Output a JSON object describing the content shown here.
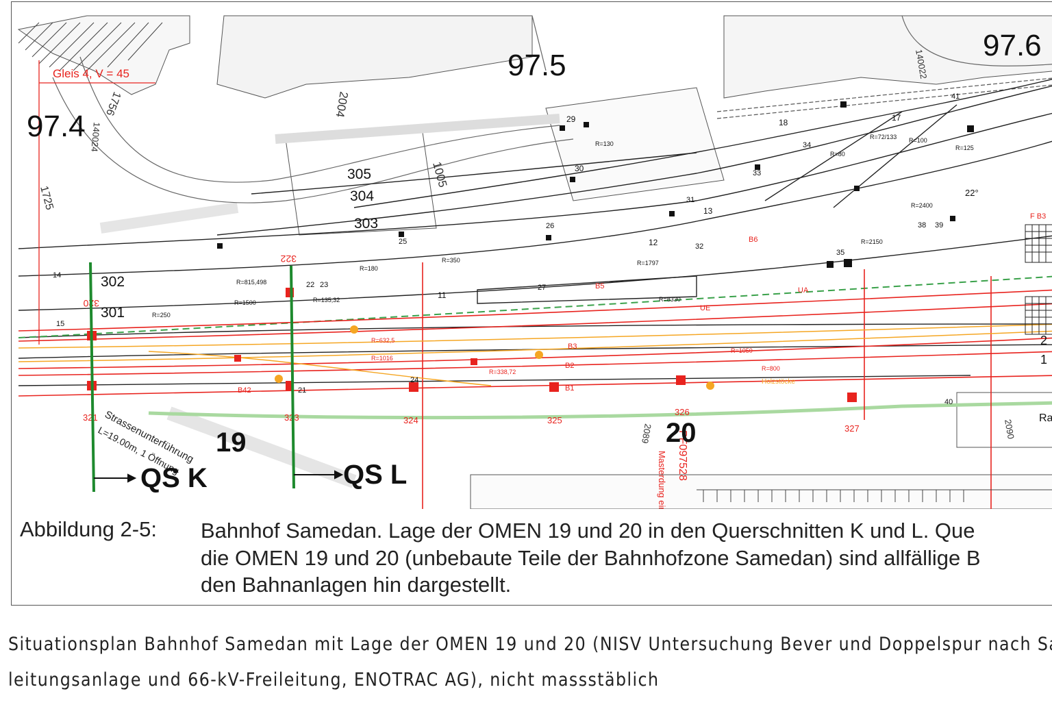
{
  "map": {
    "km_marks": [
      "97.4",
      "97.5",
      "97.6"
    ],
    "speed_note": "Gleis 4, V = 45",
    "parcel_numbers": [
      "1756",
      "1725",
      "140024",
      "2004",
      "1005",
      "140022",
      "2089",
      "2090"
    ],
    "track_numbers": [
      "302",
      "301",
      "303",
      "304",
      "305",
      "320",
      "322"
    ],
    "point_numbers": [
      "11",
      "12",
      "13",
      "14",
      "15",
      "17",
      "18",
      "21",
      "22",
      "23",
      "24",
      "25",
      "26",
      "27",
      "29",
      "30",
      "31",
      "32",
      "33",
      "34",
      "35",
      "38",
      "39",
      "40",
      "41",
      "1",
      "2"
    ],
    "km_ticks": [
      "321",
      "323",
      "324",
      "325",
      "326",
      "327"
    ],
    "signals": [
      "B1",
      "B2",
      "B3",
      "B5",
      "B6",
      "B42",
      "F B3"
    ],
    "radius_labels": [
      "R=815,498",
      "R=1500",
      "R=250",
      "R=135,32",
      "R=180",
      "R=350",
      "R=1016",
      "R=632,5",
      "R=338,72",
      "R=1050",
      "R=800",
      "R=8330",
      "R=1797",
      "R=2150",
      "R=2400",
      "R=130",
      "R=72/133",
      "R=100",
      "R=125",
      "R=80"
    ],
    "misc_labels": [
      "UE",
      "UA",
      "Holzstöcke",
      "Strassenunterführung",
      "L=19.00m, 1 Öffnung",
      "Masterdung einfach",
      "PF097528",
      "Ra",
      "22°"
    ],
    "omen_labels": [
      "19",
      "20"
    ],
    "section_labels": [
      "QS K",
      "QS L"
    ],
    "colors": {
      "track": "#222222",
      "omen_line": "#1e8a2e",
      "red_route": "#e8231e",
      "orange_route": "#f5a623",
      "green_dash": "#3aa14a"
    }
  },
  "figure_caption": {
    "label": "Abbildung 2-5:",
    "line1": "Bahnhof Samedan. Lage der OMEN 19 und 20 in den Querschnitten K und L. Que",
    "line2": "die OMEN 19 und 20 (unbebaute Teile der Bahnhofzone Samedan) sind allfällige B",
    "line3": "den Bahnanlagen hin dargestellt."
  },
  "caption": {
    "line1": "Situationsplan Bahnhof Samedan mit Lage der OMEN 19 und 20 (NISV Untersuchung Bever und Doppelspur nach Sam",
    "line2": "leitungsanlage und 66-kV-Freileitung, ENOTRAC AG), nicht massstäblich"
  }
}
